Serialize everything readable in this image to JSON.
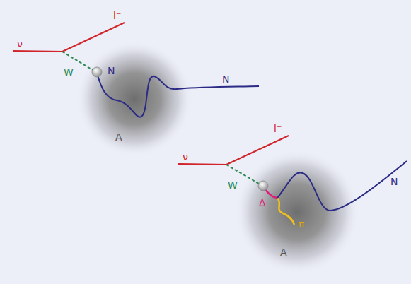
{
  "diagram": {
    "labels": [
      "ν",
      "l⁻",
      "W",
      "N",
      "N",
      "A",
      "ν",
      "l⁻",
      "W",
      "Δ",
      "π",
      "N",
      "A"
    ]
  }
}
